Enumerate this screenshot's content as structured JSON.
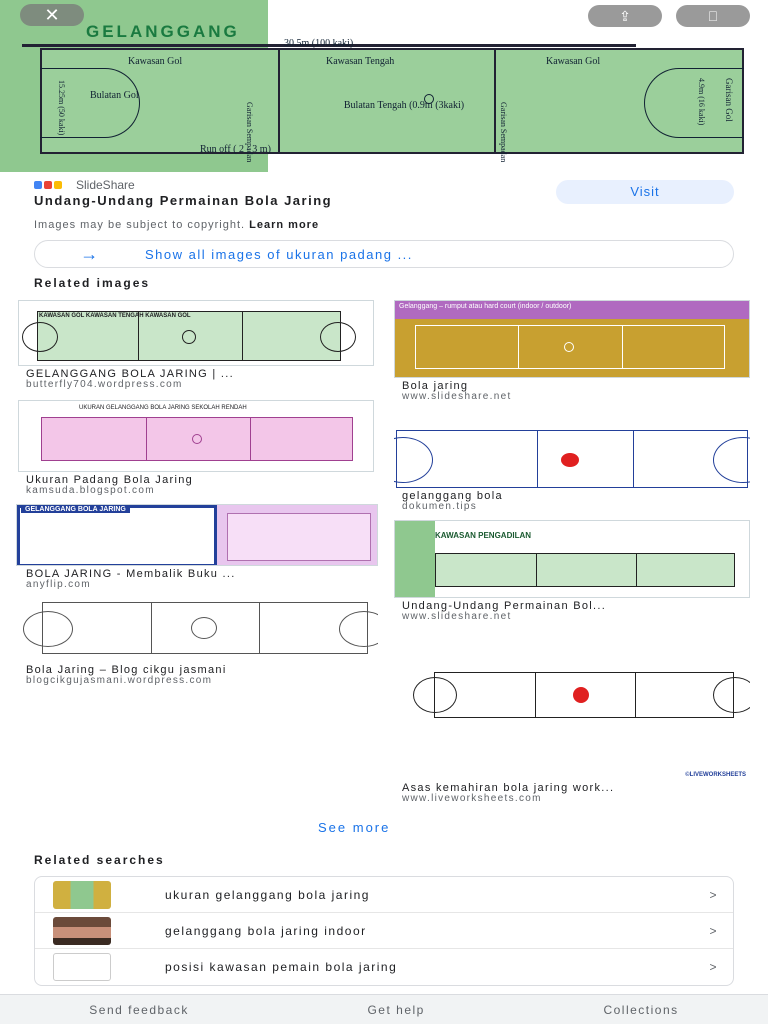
{
  "hero": {
    "title": "GELANGGANG",
    "dim_top": "30.5m (100 kaki)",
    "dim_bottom": "Run off ( 2 - 3 m)",
    "zone_left": "Kawasan Gol",
    "zone_mid": "Kawasan Tengah",
    "zone_right": "Kawasan Gol",
    "circle_left": "Bulatan Gol",
    "circle_center": "Bulatan Tengah (0.9m (3kaki)",
    "line_left": "Garisan Sempadan",
    "line_right": "Garisan Sempadan",
    "side_left": "15.25m (50 kaki)",
    "side_right": "4.9m (16 kaki)",
    "goal_line": "Garisan Gol",
    "close_label": "✕",
    "share_label": "⇪",
    "save_label": "⎕"
  },
  "source": {
    "site": "SlideShare",
    "title": "Undang-Undang Permainan Bola Jaring",
    "copyright": "Images may be subject to copyright.",
    "learn_more": "Learn more",
    "visit": "Visit"
  },
  "show_all": {
    "arrow": "→",
    "label": "Show all images of ukuran padang ..."
  },
  "related_images": {
    "heading": "Related images",
    "items": [
      {
        "caption": "GELANGGANG BOLA JARING | ...",
        "source": "butterfly704.wordpress.com",
        "thumb_title": "KAWASAN GOL   KAWASAN TENGAH   KAWASAN GOL"
      },
      {
        "caption": "Bola jaring",
        "source": "www.slideshare.net",
        "thumb_title": "Gelanggang – rumput atau hard court (indoor / outdoor)"
      },
      {
        "caption": "Ukuran Padang Bola Jaring",
        "source": "kamsuda.blogspot.com",
        "thumb_title": "UKURAN GELANGGANG BOLA JARING SEKOLAH RENDAH"
      },
      {
        "caption": "gelanggang bola",
        "source": "dokumen.tips",
        "thumb_title": ""
      },
      {
        "caption": "BOLA JARING - Membalik Buku ...",
        "source": "anyflip.com",
        "thumb_title": "GELANGGANG BOLA JARING"
      },
      {
        "caption": "Undang-Undang Permainan Bol...",
        "source": "www.slideshare.net",
        "thumb_title": "KAWASAN PENGADILAN"
      },
      {
        "caption": "Bola Jaring – Blog cikgu jasmani",
        "source": "blogcikgujasmani.wordpress.com",
        "thumb_title": ""
      },
      {
        "caption": "Asas kemahiran bola jaring work...",
        "source": "www.liveworksheets.com",
        "thumb_title": "©LIVEWORKSHEETS"
      }
    ]
  },
  "see_more": "See more",
  "related_searches": {
    "heading": "Related searches",
    "items": [
      {
        "label": "ukuran gelanggang bola jaring",
        "chevron": ">"
      },
      {
        "label": "gelanggang bola jaring indoor",
        "chevron": ">"
      },
      {
        "label": "posisi kawasan pemain bola jaring",
        "chevron": ">"
      }
    ]
  },
  "footer": {
    "feedback": "Send feedback",
    "help": "Get help",
    "collections": "Collections"
  },
  "colors": {
    "accent": "#1a73e8",
    "court_green": "#9bcf9b",
    "court_gold": "#c8a030",
    "court_pink": "#f3c6e8"
  }
}
